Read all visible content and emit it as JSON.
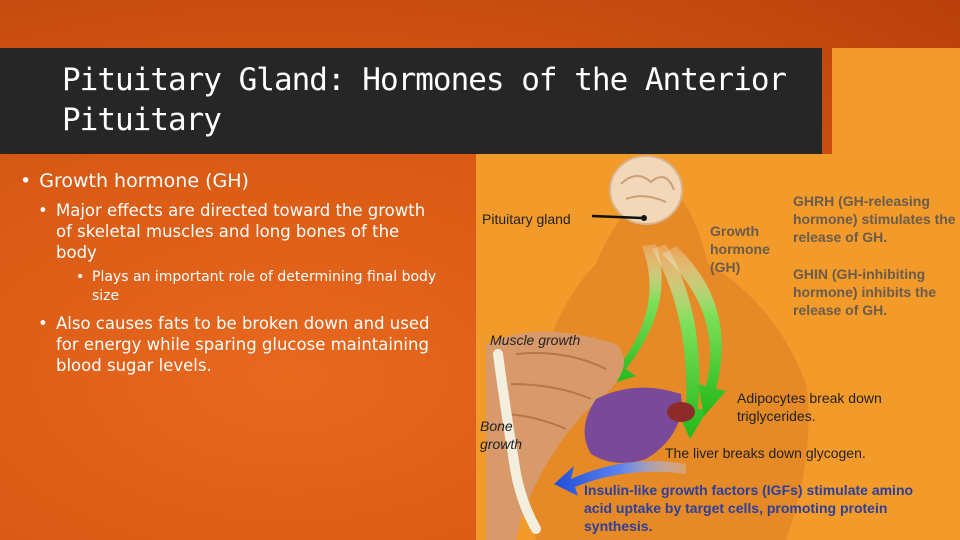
{
  "slide": {
    "title": "Pituitary Gland: Hormones of the Anterior Pituitary",
    "bullets": {
      "b1": "Growth hormone (GH)",
      "b1_1": "Major effects are directed toward the growth of skeletal muscles and long bones of the body",
      "b1_1_1": "Plays an important role of determining final body size",
      "b1_2": "Also causes fats to be broken down and used for energy while sparing glucose maintaining blood sugar levels."
    },
    "bullet_char": "•"
  },
  "figure": {
    "pituitary_gland": "Pituitary gland",
    "growth_hormone": "Growth hormone (GH)",
    "ghrh": "GHRH (GH-releasing hormone) stimulates the release of GH.",
    "ghin": "GHIN (GH-inhibiting hormone) inhibits the release of GH.",
    "muscle_growth": "Muscle growth",
    "adipocytes": "Adipocytes break down triglycerides.",
    "bone_growth": "Bone growth",
    "liver": "The liver breaks down glycogen.",
    "igf": "Insulin-like growth factors (IGFs) stimulate amino acid uptake by target cells, promoting protein synthesis.",
    "colors": {
      "arrow_green": "#33c21c",
      "arrow_blue": "#2456e0",
      "muscle": "#d89a6a",
      "liver": "#7a4a9a"
    }
  }
}
